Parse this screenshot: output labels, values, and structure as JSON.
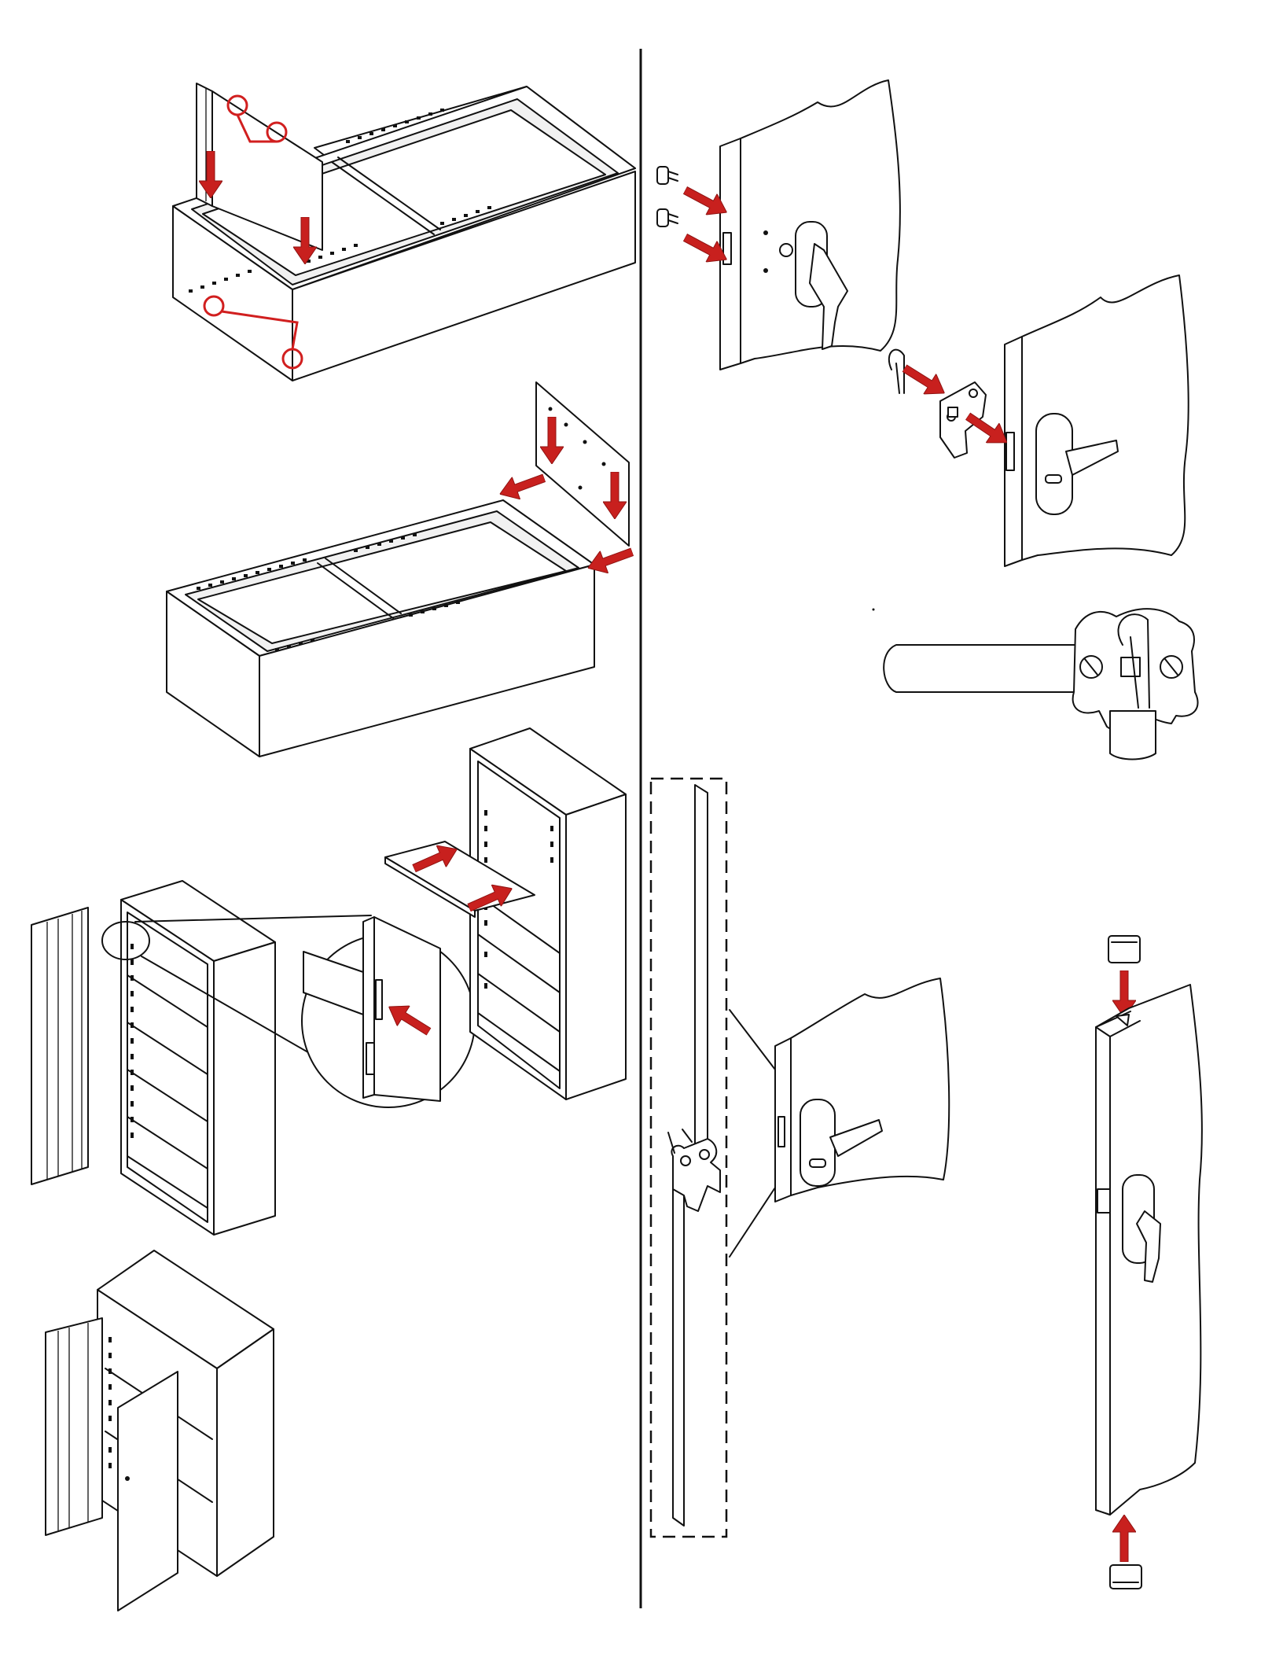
{
  "figure": {
    "panels": [
      {
        "name": "frame-back-panel-step"
      },
      {
        "name": "frame-top-panel-step"
      },
      {
        "name": "door-hinge-step"
      },
      {
        "name": "shelf-insert-step"
      },
      {
        "name": "assembled-cabinet"
      },
      {
        "name": "lock-screws-step"
      },
      {
        "name": "lock-cam-step"
      },
      {
        "name": "cam-detail"
      },
      {
        "name": "locking-rod-detail"
      },
      {
        "name": "rod-guide-clips-step"
      }
    ],
    "colors": {
      "line": "#111111",
      "arrow": "#c8201e",
      "callout": "#d11f1f",
      "background": "#ffffff"
    },
    "icons": [
      "down-arrow-icon",
      "left-arrow-icon",
      "right-arrow-icon",
      "up-arrow-icon",
      "callout-circle-icon",
      "magnifier-detail-icon"
    ]
  }
}
